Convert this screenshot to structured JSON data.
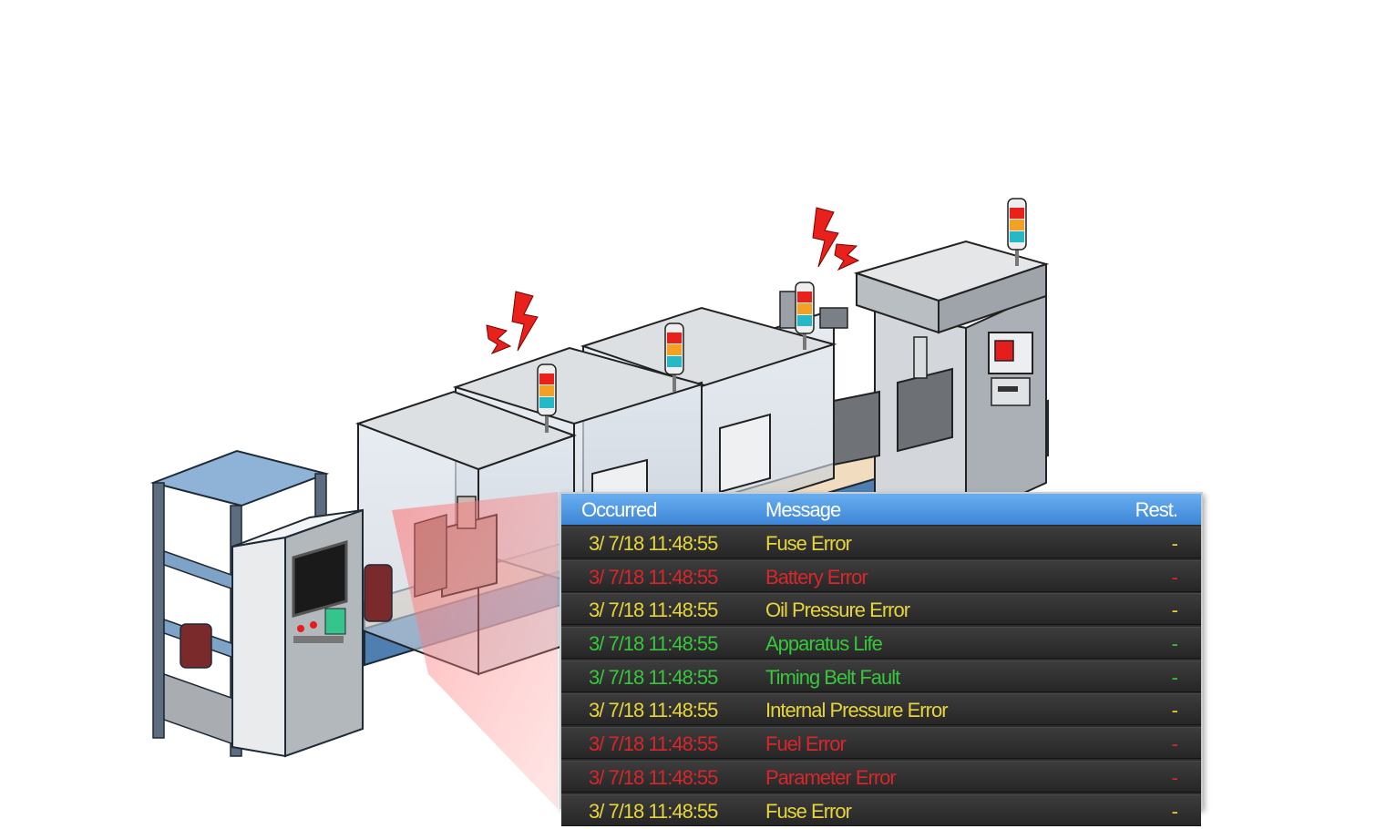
{
  "table": {
    "headers": {
      "occurred": "Occurred",
      "message": "Message",
      "rest": "Rest."
    },
    "rows": [
      {
        "occurred": "3/  7/18  11:48:55",
        "message": "Fuse Error",
        "rest": "-",
        "color": "#e6d43a"
      },
      {
        "occurred": "3/  7/18  11:48:55",
        "message": "Battery Error",
        "rest": "-",
        "color": "#d8262a"
      },
      {
        "occurred": "3/  7/18  11:48:55",
        "message": "Oil Pressure Error",
        "rest": "-",
        "color": "#e6d43a"
      },
      {
        "occurred": "3/  7/18  11:48:55",
        "message": "Apparatus Life",
        "rest": "-",
        "color": "#37c63c"
      },
      {
        "occurred": "3/  7/18  11:48:55",
        "message": "Timing Belt Fault",
        "rest": "-",
        "color": "#37c63c"
      },
      {
        "occurred": "3/  7/18  11:48:55",
        "message": "Internal Pressure Error",
        "rest": "-",
        "color": "#e6d43a"
      },
      {
        "occurred": "3/  7/18  11:48:55",
        "message": "Fuel Error",
        "rest": "-",
        "color": "#d8262a"
      },
      {
        "occurred": "3/  7/18  11:48:55",
        "message": "Parameter Error",
        "rest": "-",
        "color": "#d8262a"
      },
      {
        "occurred": "3/  7/18  11:48:55",
        "message": "Fuse Error",
        "rest": "-",
        "color": "#e6d43a"
      }
    ]
  },
  "colors": {
    "header_blue": "#4a93e0",
    "alarm_red": "#e8211c",
    "machine_gray": "#c8ccd0",
    "rack_blue": "#8fb3d6"
  }
}
